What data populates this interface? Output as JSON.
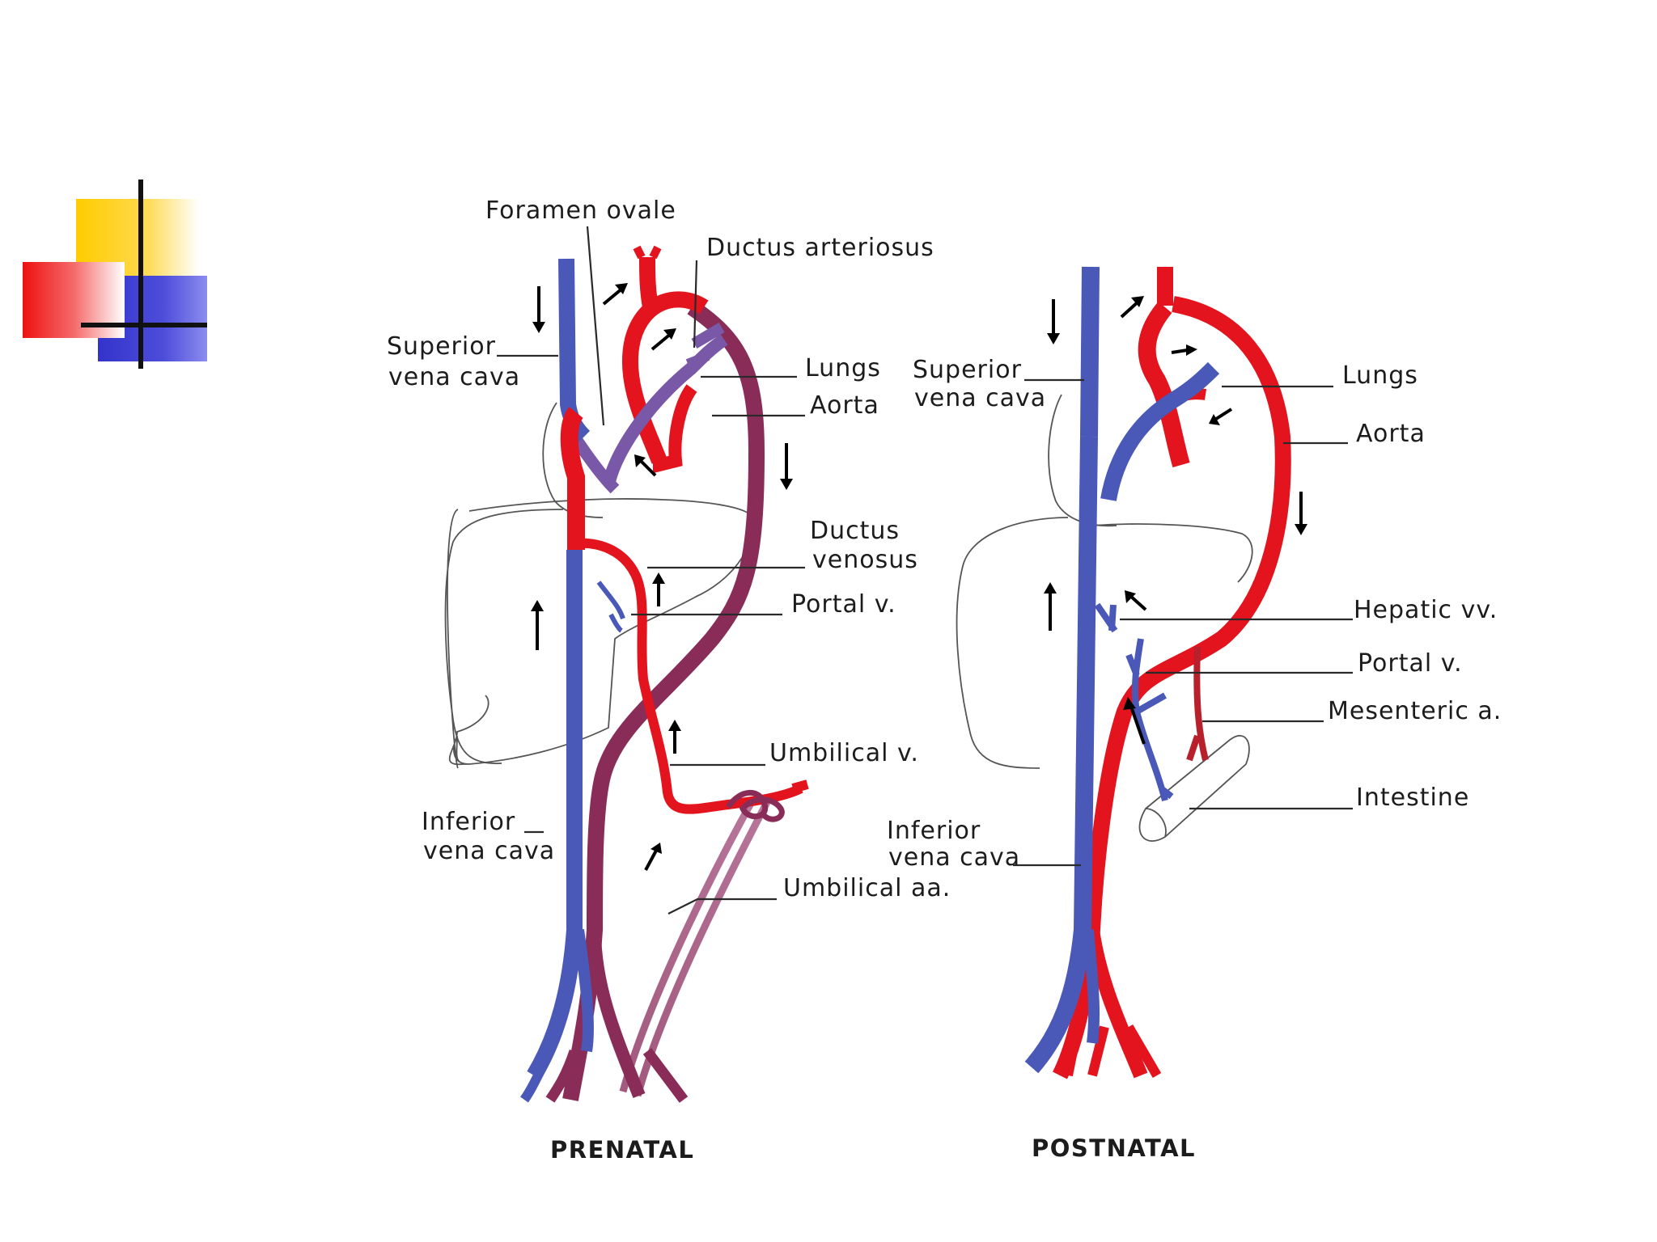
{
  "logo": {
    "colors": {
      "yellow": "#ffcc00",
      "red": "#ee1111",
      "blue": "#3333cc",
      "line": "#111111"
    }
  },
  "colors": {
    "vein": "#4a58b8",
    "artery": "#e3141e",
    "mixed": "#8a2c58",
    "pulmonary": "#7a58a8"
  },
  "prenatal": {
    "caption": "PRENATAL",
    "labels": {
      "foramen_ovale": "Foramen ovale",
      "ductus_arteriosus": "Ductus arteriosus",
      "superior_vena_cava_1": "Superior",
      "superior_vena_cava_2": "vena cava",
      "lungs": "Lungs",
      "aorta": "Aorta",
      "ductus_venosus_1": "Ductus",
      "ductus_venosus_2": "venosus",
      "portal_v": "Portal v.",
      "umbilical_v": "Umbilical v.",
      "inferior_vena_cava_1": "Inferior",
      "inferior_vena_cava_2": "vena cava",
      "umbilical_aa": "Umbilical aa."
    }
  },
  "postnatal": {
    "caption": "POSTNATAL",
    "labels": {
      "superior_vena_cava_1": "Superior",
      "superior_vena_cava_2": "vena cava",
      "lungs": "Lungs",
      "aorta": "Aorta",
      "hepatic_vv": "Hepatic vv.",
      "portal_v": "Portal v.",
      "mesenteric_a": "Mesenteric a.",
      "intestine": "Intestine",
      "inferior_vena_cava_1": "Inferior",
      "inferior_vena_cava_2": "vena cava"
    }
  }
}
